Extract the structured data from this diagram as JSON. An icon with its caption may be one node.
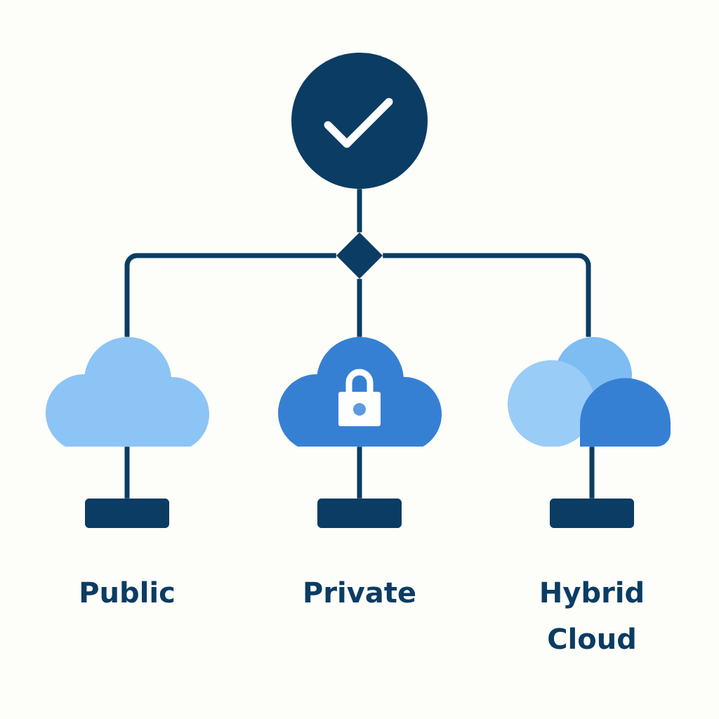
{
  "diagram": {
    "nodes": [
      {
        "text": [],
        "shape": "circle"
      },
      {
        "text": [],
        "shape": "diamond"
      },
      {
        "text": [],
        "shape": "cloud"
      },
      {
        "text": [],
        "shape": "cloud"
      },
      {
        "text": [],
        "shape": "cloud"
      },
      {
        "text": [],
        "shape": "bar"
      },
      {
        "text": [],
        "shape": "bar"
      },
      {
        "text": [],
        "shape": "bar"
      }
    ],
    "edges": [
      {
        "from": 0,
        "to": 1,
        "arrow": "none"
      },
      {
        "from": 1,
        "to": 2,
        "arrow": "none"
      },
      {
        "from": 1,
        "to": 3,
        "arrow": "none"
      },
      {
        "from": 1,
        "to": 4,
        "arrow": "none"
      },
      {
        "from": 2,
        "to": 5,
        "arrow": "none"
      },
      {
        "from": 3,
        "to": 6,
        "arrow": "none"
      },
      {
        "from": 4,
        "to": 7,
        "arrow": "none"
      }
    ],
    "labels": [
      "Public",
      "Private",
      "Hybrid Cloud"
    ]
  }
}
